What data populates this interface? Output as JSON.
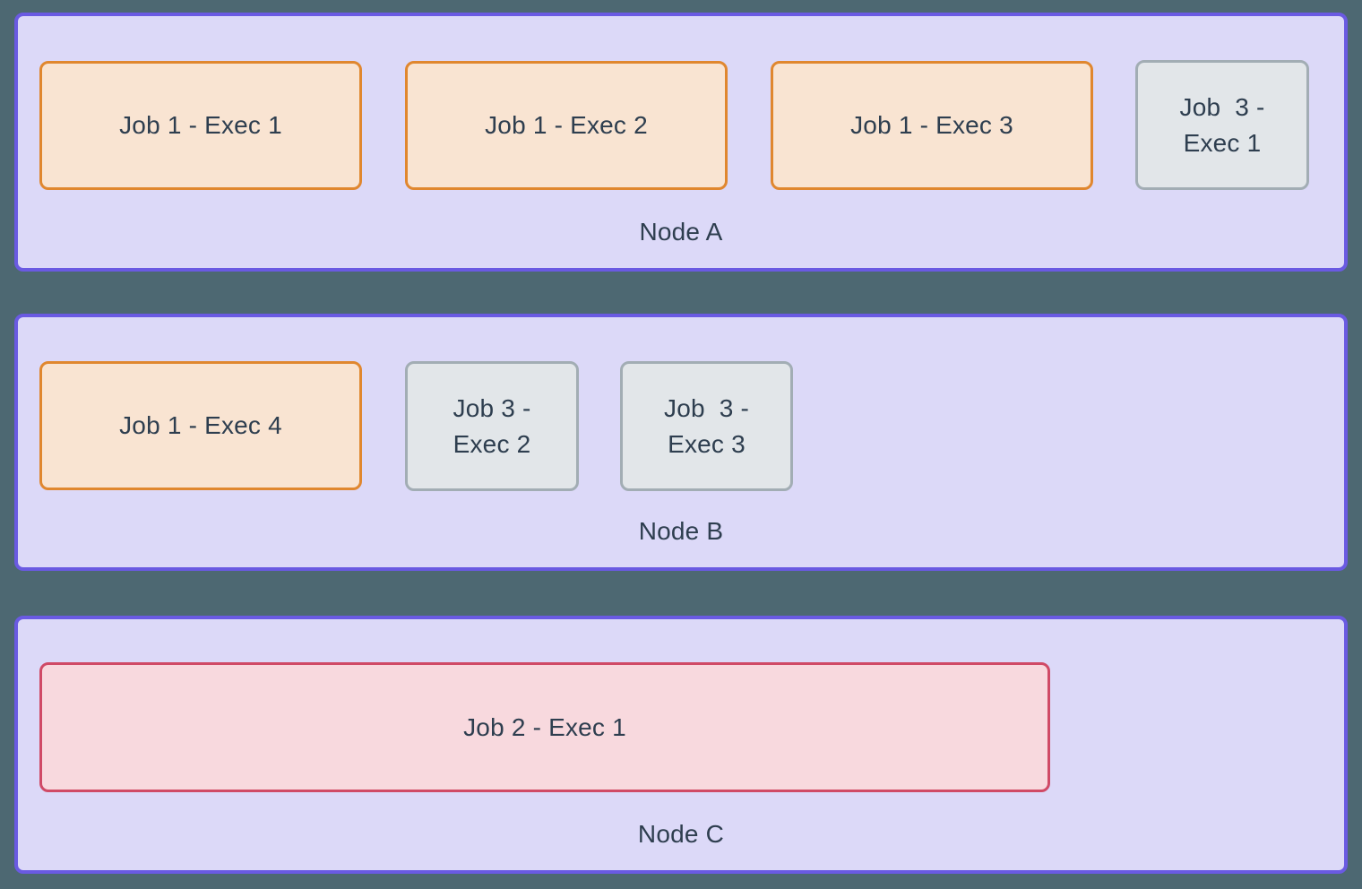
{
  "colors": {
    "background": "#4d6872",
    "node_fill": "#dcd9f8",
    "node_border": "#6a5ae2",
    "job1_fill": "#f9e4d2",
    "job1_border": "#e0872f",
    "job2_fill": "#f8d9de",
    "job2_border": "#d04a66",
    "job3_fill": "#e2e6e9",
    "job3_border": "#a2adb4",
    "text": "#2e3e4f"
  },
  "nodes": [
    {
      "label": "Node A",
      "executors": [
        {
          "label": "Job 1 - Exec 1",
          "job": "job1"
        },
        {
          "label": "Job 1 - Exec 2",
          "job": "job1"
        },
        {
          "label": "Job 1 - Exec 3",
          "job": "job1"
        },
        {
          "label": "Job  3 -\nExec 1",
          "job": "job3"
        }
      ]
    },
    {
      "label": "Node B",
      "executors": [
        {
          "label": "Job 1 - Exec 4",
          "job": "job1"
        },
        {
          "label": "Job 3 -\nExec 2",
          "job": "job3"
        },
        {
          "label": "Job  3 -\nExec 3",
          "job": "job3"
        }
      ]
    },
    {
      "label": "Node C",
      "executors": [
        {
          "label": "Job 2 - Exec 1",
          "job": "job2"
        }
      ]
    }
  ]
}
